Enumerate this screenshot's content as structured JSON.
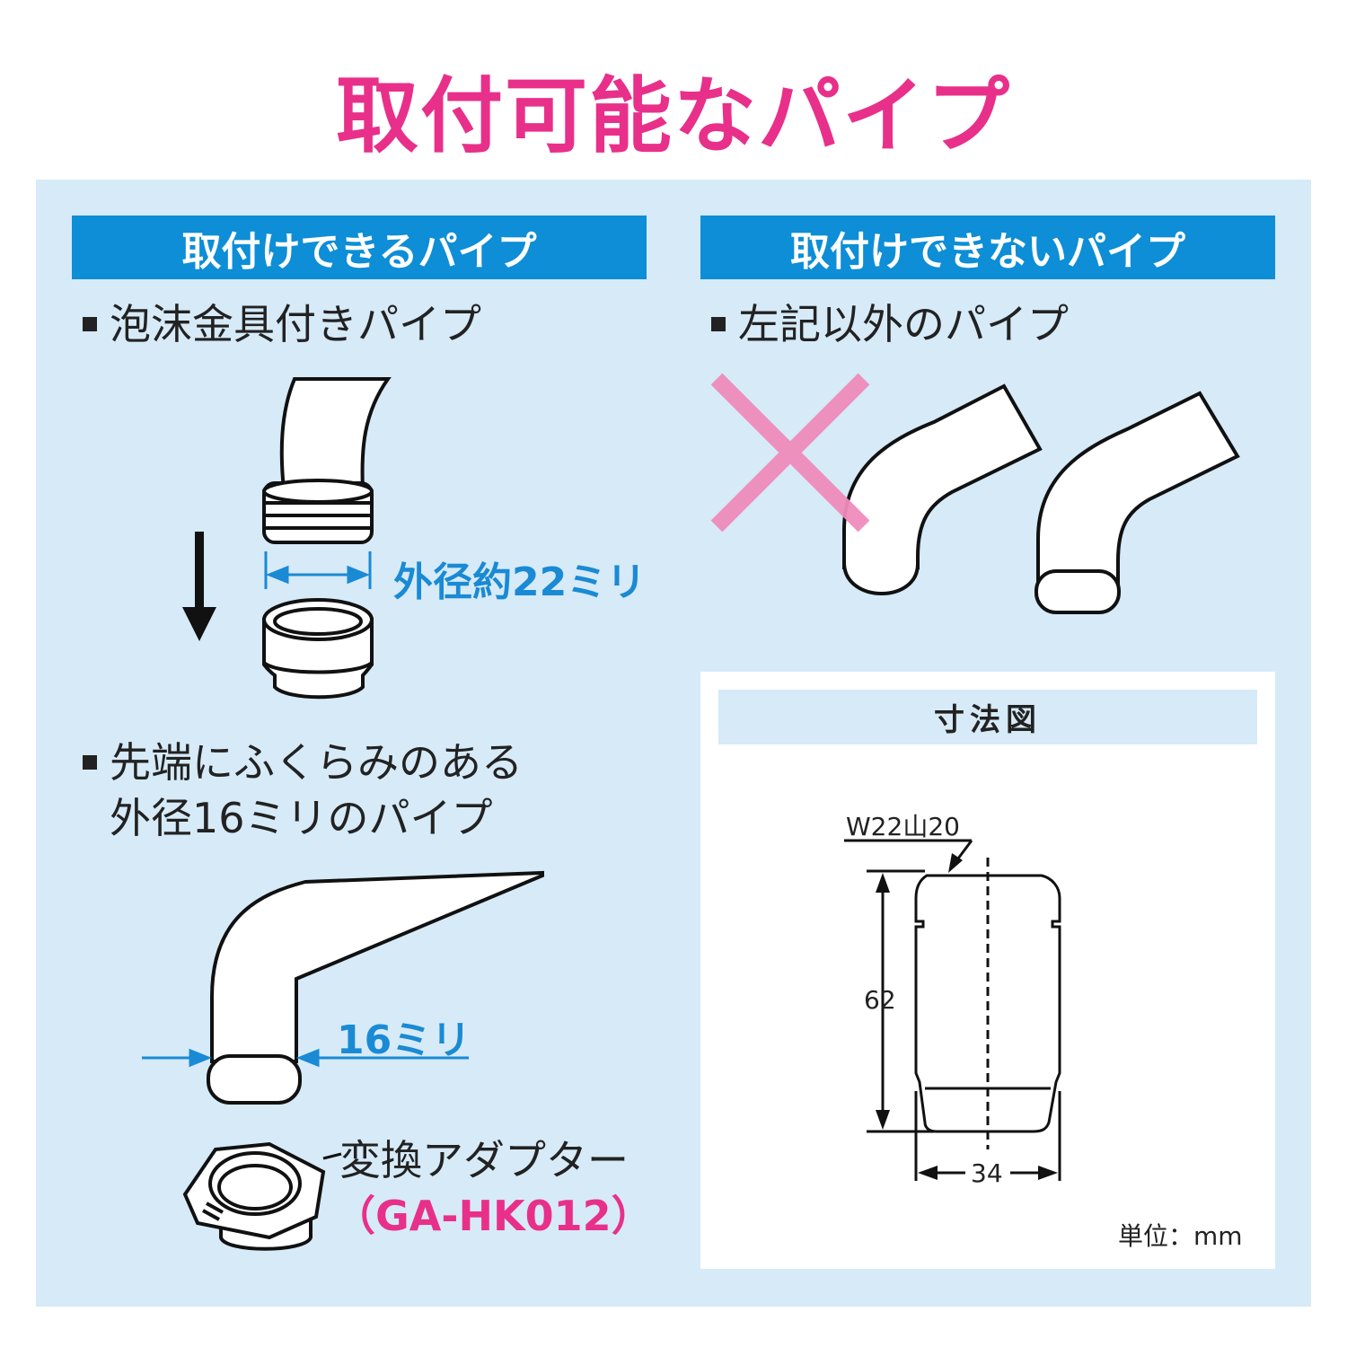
{
  "title": "取付可能なパイプ",
  "compatible": {
    "header": "取付けできるパイプ",
    "item1": "泡沫金具付きパイプ",
    "outer_diameter_label": "外径約22ミリ",
    "item2_line1": "先端にふくらみのある",
    "item2_line2": "外径16ミリのパイプ",
    "pipe_diameter_label": "16ミリ",
    "adapter_label": "変換アダプター",
    "adapter_code": "（GA-HK012）"
  },
  "incompatible": {
    "header": "取付けできないパイプ",
    "item1": "左記以外のパイプ"
  },
  "dimension_drawing": {
    "header": "寸法図",
    "thread_spec": "W22山20",
    "height": "62",
    "width": "34",
    "unit": "単位：mm"
  },
  "colors": {
    "accent_pink": "#e8308a",
    "header_blue": "#0d8ed6",
    "panel_bg": "#d6eaf7",
    "dimension_blue": "#1a8ad4",
    "cross_mark": "#f08cbc"
  }
}
